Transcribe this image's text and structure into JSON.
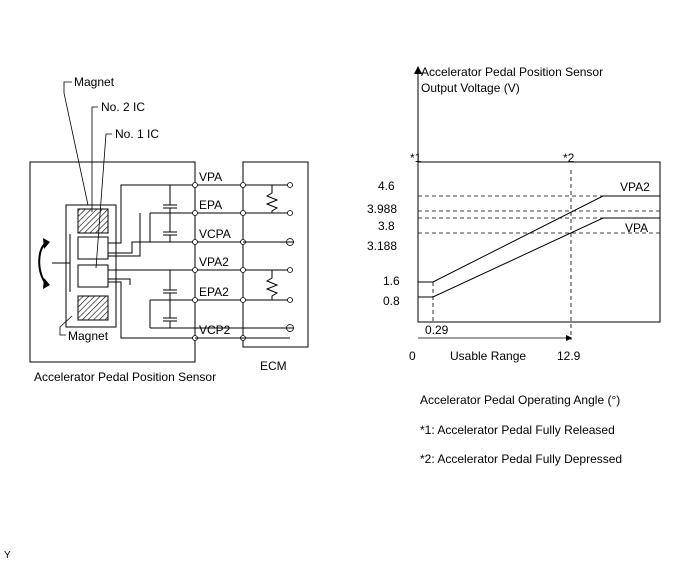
{
  "circuit": {
    "labels": {
      "magnet_top": "Magnet",
      "ic2": "No. 2 IC",
      "ic1": "No. 1 IC",
      "magnet_bottom": "Magnet",
      "sensor": "Accelerator Pedal Position Sensor",
      "ecm": "ECM"
    },
    "terminals": [
      "VPA",
      "EPA",
      "VCPA",
      "VPA2",
      "EPA2",
      "VCP2"
    ]
  },
  "graph": {
    "ylabel_line1": "Accelerator Pedal Position Sensor",
    "ylabel_line2": "Output Voltage (V)",
    "marker1": "*1",
    "marker2": "*2",
    "y_ticks": [
      "4.6",
      "3.988",
      "3.8",
      "3.188",
      "1.6",
      "0.8"
    ],
    "x_zero": "0",
    "x_029": "0.29",
    "x_129": "12.9",
    "usable_range": "Usable Range",
    "series_vpa2": "VPA2",
    "series_vpa": "VPA"
  },
  "notes": {
    "xlabel": "Accelerator Pedal Operating Angle (°)",
    "note1": "*1: Accelerator Pedal Fully Released",
    "note2": "*2: Accelerator Pedal Fully Depressed"
  },
  "corner_mark": "Y",
  "chart_data": {
    "type": "line",
    "xlabel": "Accelerator Pedal Operating Angle (°)",
    "ylabel": "Accelerator Pedal Position Sensor Output Voltage (V)",
    "x_marks": [
      0,
      0.29,
      12.9
    ],
    "series": [
      {
        "name": "VPA2",
        "x": [
          0,
          0.29,
          12.9,
          14.7
        ],
        "y": [
          1.6,
          1.6,
          3.988,
          4.6
        ]
      },
      {
        "name": "VPA",
        "x": [
          0,
          0.29,
          12.9,
          14.7
        ],
        "y": [
          0.8,
          0.8,
          3.188,
          3.8
        ]
      }
    ]
  }
}
